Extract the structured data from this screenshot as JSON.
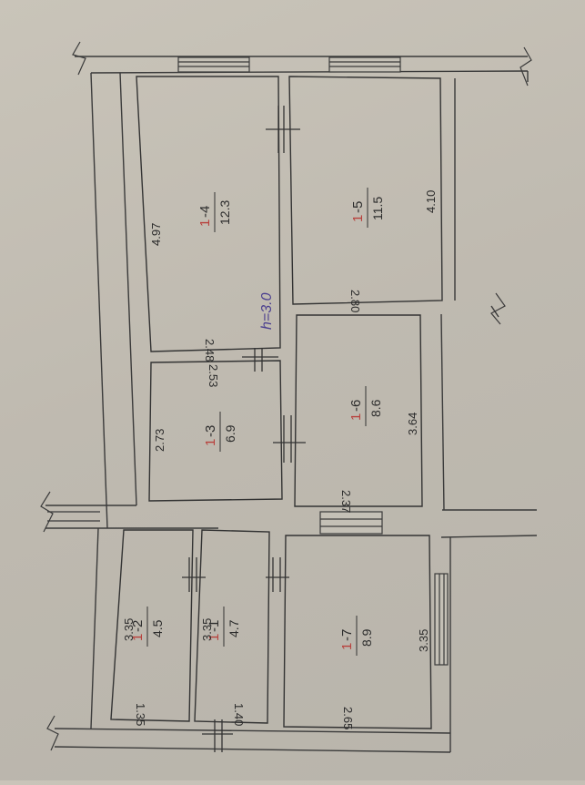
{
  "plan": {
    "height_label": "h=3.0",
    "rooms": [
      {
        "id": "r4",
        "prefix": "1",
        "code": "-4",
        "area": "12.3",
        "dims": [
          "4.97",
          "2.48"
        ]
      },
      {
        "id": "r5",
        "prefix": "1",
        "code": "-5",
        "area": "11.5",
        "dims": [
          "4.10",
          "2.80"
        ]
      },
      {
        "id": "r3",
        "prefix": "1",
        "code": "-3",
        "area": "6.9",
        "dims": [
          "2.73",
          "2.53"
        ]
      },
      {
        "id": "r6",
        "prefix": "1",
        "code": "-6",
        "area": "8.6",
        "dims": [
          "3.64",
          "2.37"
        ]
      },
      {
        "id": "r2",
        "prefix": "1",
        "code": "-2",
        "area": "4.5",
        "dims": [
          "3.35",
          "1.35"
        ]
      },
      {
        "id": "r1",
        "prefix": "1",
        "code": "-1",
        "area": "4.7",
        "dims": [
          "3.35",
          "1.40"
        ]
      },
      {
        "id": "r7",
        "prefix": "1",
        "code": "-7",
        "area": "8.9",
        "dims": [
          "3.35",
          "2.65"
        ]
      }
    ]
  }
}
